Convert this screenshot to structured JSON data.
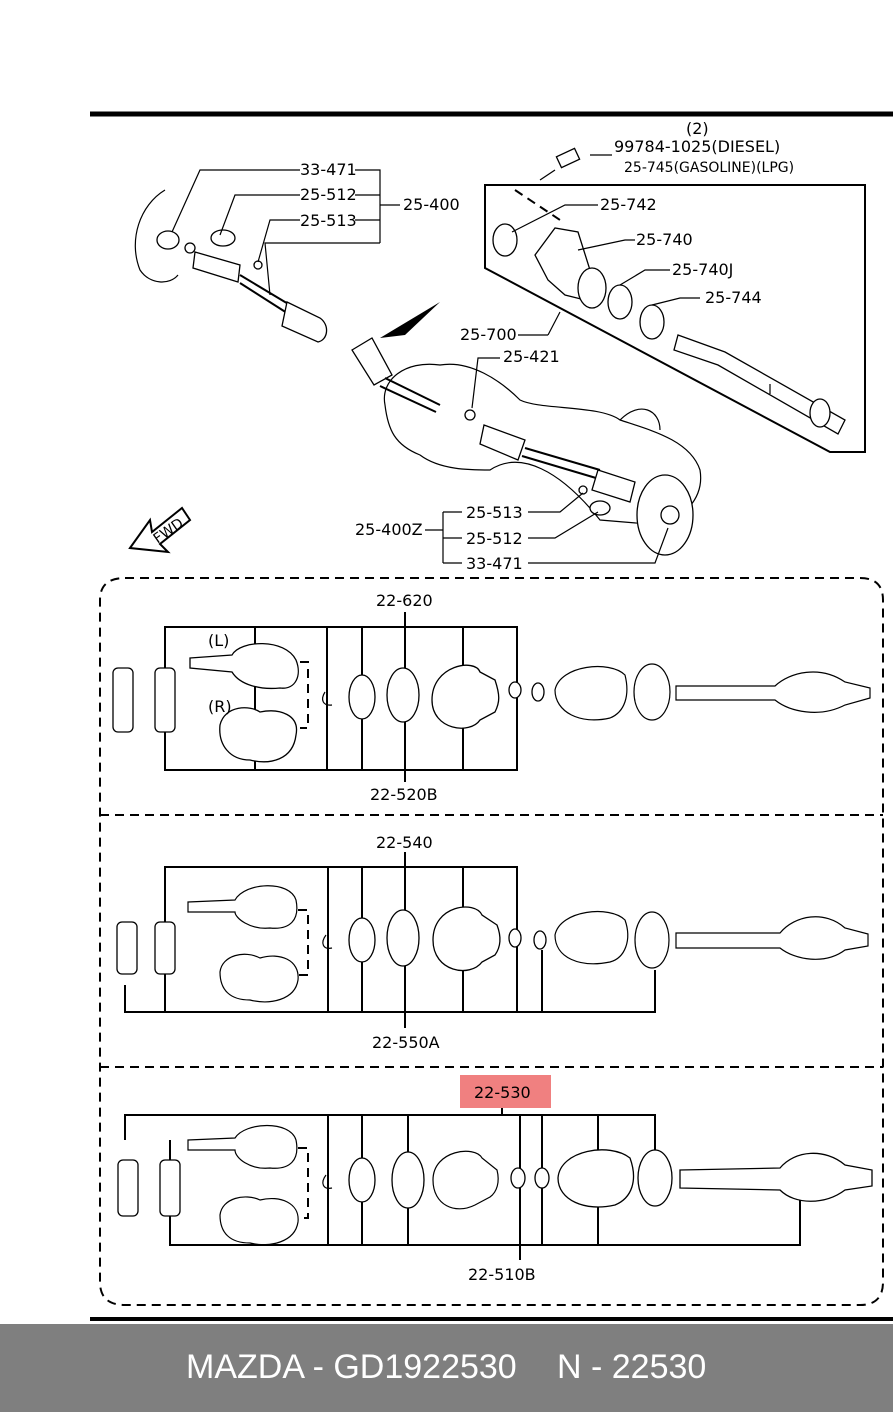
{
  "top_labels": {
    "variant": "(2)",
    "bolt_diesel": "99784-1025(DIESEL)",
    "bolt_gas": "25-745(GASOLINE)(LPG)",
    "l33471": "33-471",
    "l25512": "25-512",
    "l25513": "25-513",
    "l25400": "25-400",
    "l25742": "25-742",
    "l25740": "25-740",
    "l25740j": "25-740J",
    "l25744": "25-744",
    "l25700": "25-700",
    "l25421": "25-421",
    "l25400z": "25-400Z",
    "r25513": "25-513",
    "r25512": "25-512",
    "r33471": "33-471",
    "fwd": "FWD"
  },
  "panels": [
    {
      "top": "22-620",
      "bottom": "22-520B",
      "left_tag": "(L)",
      "right_tag": "(R)"
    },
    {
      "top": "22-540",
      "bottom": "22-550A"
    },
    {
      "top": "22-530",
      "bottom": "22-510B",
      "highlighted": true
    }
  ],
  "highlight_color": "#f08080",
  "footer": {
    "left": "MAZDA - GD1922530",
    "right": "N - 22530",
    "bg_color": "#7f7f7f"
  }
}
